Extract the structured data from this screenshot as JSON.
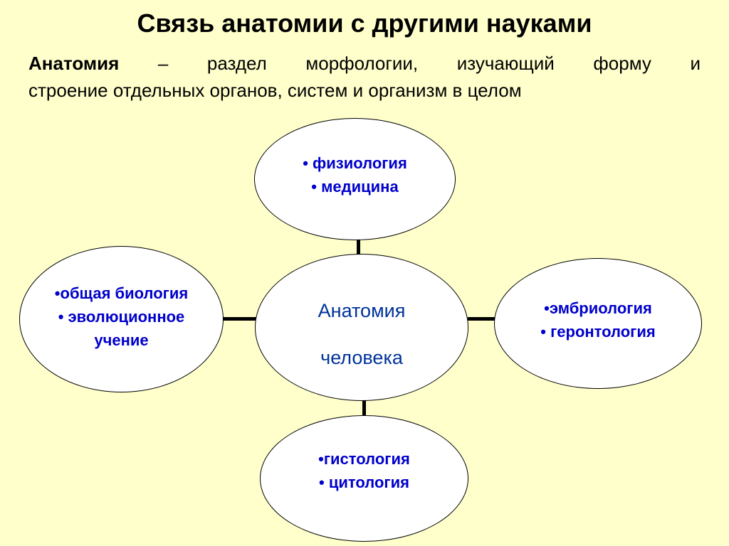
{
  "title": "Связь анатомии с другими науками",
  "definition": {
    "term": "Анатомия",
    "line1_rest": "– раздел морфологии, изучающий форму и",
    "line2": "строение отдельных органов, систем и организм в целом"
  },
  "diagram": {
    "center": {
      "line1": "Анатомия",
      "line2": "человека"
    },
    "top": {
      "items": [
        "• физиология",
        "• медицина"
      ]
    },
    "left": {
      "items": [
        "•общая биология",
        "• эволюционное",
        "учение"
      ]
    },
    "right": {
      "items": [
        "•эмбриология",
        "• геронтология"
      ]
    },
    "bottom": {
      "items": [
        "•гистология",
        "• цитология"
      ]
    }
  },
  "colors": {
    "background": "#FFFFCC",
    "node_text": "#0000CC",
    "center_text": "#003399",
    "outline": "#000000",
    "fill": "#FFFFFF"
  }
}
